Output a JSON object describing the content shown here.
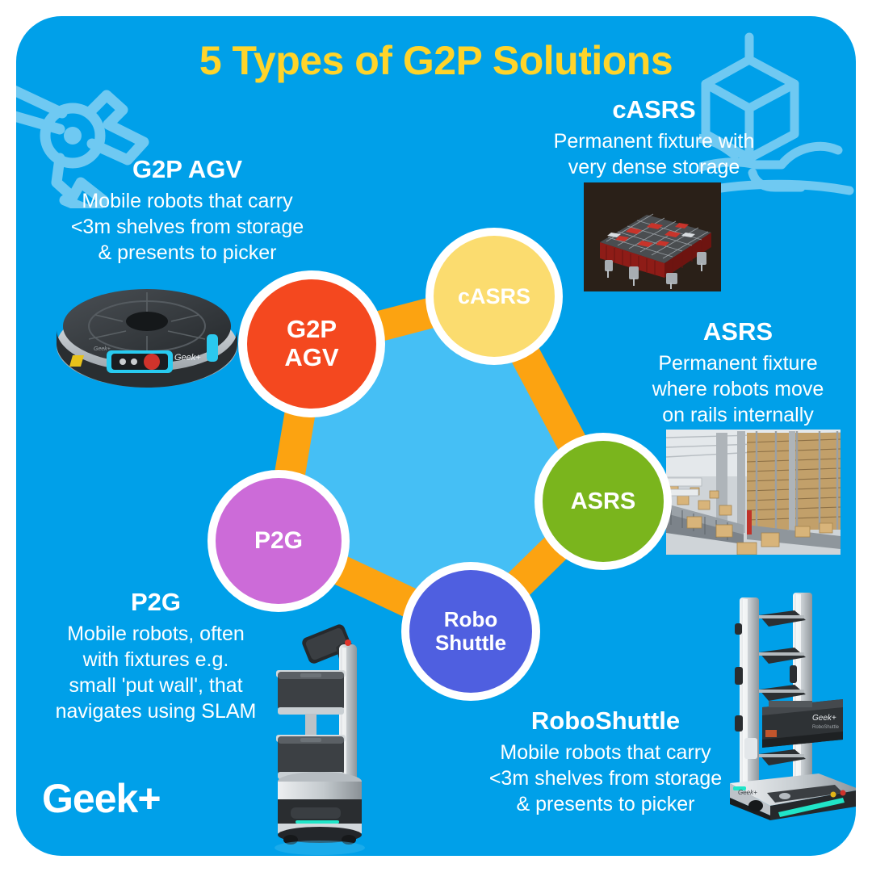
{
  "header": {
    "title": "5 Types of G2P Solutions"
  },
  "brand": {
    "logo_text": "Geek+",
    "background_color": "#00A0E9",
    "pentagon_fill_color": "#45BFF5",
    "connector_color": "#FCA311",
    "title_color": "#FFD42A",
    "decoration_color": "#6FC9F2"
  },
  "nodes": [
    {
      "id": "g2pagv",
      "label_line1": "G2P",
      "label_line2": "AGV",
      "color": "#F4481F"
    },
    {
      "id": "casrs",
      "label_line1": "cASRS",
      "label_line2": "",
      "color": "#FBDC6F"
    },
    {
      "id": "asrs",
      "label_line1": "ASRS",
      "label_line2": "",
      "color": "#7AB51D"
    },
    {
      "id": "roboshuttle",
      "label_line1": "Robo",
      "label_line2": "Shuttle",
      "color": "#4F5FE0"
    },
    {
      "id": "p2g",
      "label_line1": "P2G",
      "label_line2": "",
      "color": "#CC6BD8"
    }
  ],
  "blocks": {
    "g2pagv": {
      "title": "G2P AGV",
      "description": "Mobile robots that carry\n<3m shelves from storage\n& presents to picker"
    },
    "casrs": {
      "title": "cASRS",
      "description": "Permanent fixture with\nvery dense storage"
    },
    "asrs": {
      "title": "ASRS",
      "description": "Permanent fixture\nwhere robots move\non rails internally"
    },
    "p2g": {
      "title": "P2G",
      "description": "Mobile robots, often\nwith fixtures e.g.\nsmall 'put wall', that\nnavigates using SLAM"
    },
    "roboshuttle": {
      "title": "RoboShuttle",
      "description": "Mobile robots that carry\n<3m shelves from storage\n& presents to picker"
    }
  },
  "decorations": [
    {
      "id": "gripper",
      "icon": "robot-gripper-icon"
    },
    {
      "id": "box-hand",
      "icon": "box-on-hand-icon"
    }
  ],
  "photos": [
    {
      "id": "casrs-photo",
      "subject": "cube-storage-system"
    },
    {
      "id": "asrs-photo",
      "subject": "warehouse-racking-conveyors"
    },
    {
      "id": "g2pagv-photo",
      "subject": "g2p-agv-robot"
    },
    {
      "id": "p2g-photo",
      "subject": "p2g-picking-robot"
    },
    {
      "id": "roboshuttle-photo",
      "subject": "roboshuttle-robot"
    }
  ]
}
